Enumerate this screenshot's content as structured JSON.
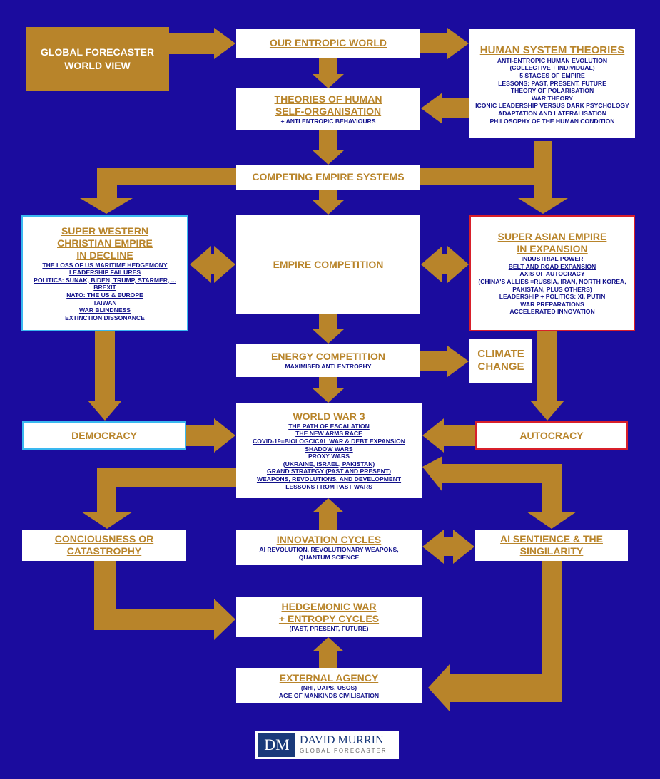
{
  "colors": {
    "background": "#1b0c9e",
    "arrow": "#b8842a",
    "box": "#ffffff",
    "title": "#b8842a",
    "body": "#11118a",
    "western_border": "#3ab8f0",
    "asian_border": "#d81f2a"
  },
  "header": {
    "line1": "GLOBAL FORECASTER",
    "line2": "WORLD VIEW"
  },
  "entropic": {
    "title": "OUR ENTROPIC WORLD"
  },
  "human_system": {
    "title": "HUMAN SYSTEM THEORIES",
    "items": [
      "ANTI-ENTROPIC HUMAN EVOLUTION",
      "(COLLECTIVE + INDIVIDUAL)",
      "5 STAGES OF EMPIRE",
      "LESSONS: PAST, PRESENT, FUTURE",
      "THEORY OF POLARISATION",
      "WAR THEORY",
      "ICONIC LEADERSHIP VERSUS DARK PSYCHOLOGY",
      "ADAPTATION AND LATERALISATION",
      "PHILOSOPHY OF THE HUMAN CONDITION"
    ]
  },
  "self_org": {
    "title1": "THEORIES OF HUMAN",
    "title2": "SELF-ORGANISATION",
    "sub": "+ ANTI ENTROPIC BEHAVIOURS"
  },
  "competing": {
    "title": "COMPETING EMPIRE SYSTEMS"
  },
  "western": {
    "title1": "SUPER WESTERN",
    "title2": "CHRISTIAN EMPIRE",
    "title3": "IN DECLINE",
    "items": [
      "THE LOSS OF US MARITIME HEDGEMONY",
      "LEADERSHIP FAILURES",
      "POLITICS: SUNAK, BIDEN, TRUMP, STARMER, ...",
      "BREXIT",
      "NATO: THE US & EUROPE",
      "TAIWAN",
      "WAR BLINDNESS",
      "EXTINCTION DISSONANCE"
    ]
  },
  "empire_comp": {
    "title": "EMPIRE COMPETITION"
  },
  "asian": {
    "title1": "SUPER ASIAN EMPIRE",
    "title2": "IN EXPANSION",
    "items": [
      "INDUSTRIAL POWER",
      "BELT AND ROAD EXPANSION",
      "AXIS OF AUTOCRACY",
      "(CHINA'S ALLIES =RUSSIA, IRAN, NORTH KOREA,",
      "PAKISTAN, PLUS OTHERS)",
      "LEADERSHIP + POLITICS: XI, PUTIN",
      "WAR PREPARATIONS",
      "ACCELERATED INNOVATION"
    ]
  },
  "energy": {
    "title": "ENERGY COMPETITION",
    "sub": "MAXIMISED ANTI ENTROPHY"
  },
  "climate": {
    "title1": "CLIMATE",
    "title2": "CHANGE"
  },
  "democracy": {
    "title": "DEMOCRACY"
  },
  "ww3": {
    "title": "WORLD WAR 3",
    "items": [
      "THE PATH OF ESCALATION",
      "THE NEW ARMS RACE",
      "COVID-19=BIOLOGCICAL WAR & DEBT EXPANSION",
      "SHADOW WARS",
      "PROXY WARS",
      "(UKRAINE, ISRAEL, PAKISTAN)",
      "GRAND STRATEGY (PAST AND PRESENT)",
      "WEAPONS, REVOLUTIONS, AND DEVELOPMENT",
      "LESSONS FROM PAST WARS"
    ]
  },
  "autocracy": {
    "title": "AUTOCRACY"
  },
  "conscious": {
    "title1": "CONCIOUSNESS OR",
    "title2": "CATASTROPHY"
  },
  "innovation": {
    "title": "INNOVATION CYCLES",
    "sub1": "AI REVOLUTION, REVOLUTIONARY WEAPONS,",
    "sub2": "QUANTUM SCIENCE"
  },
  "ai": {
    "title1": "AI SENTIENCE & THE",
    "title2": "SINGILARITY"
  },
  "hedge": {
    "title1": "HEDGEMONIC WAR",
    "title2": "+ ENTROPY CYCLES",
    "sub": "(PAST, PRESENT, FUTURE)"
  },
  "external": {
    "title": "EXTERNAL AGENCY",
    "sub1": "(NHI, UAPS, USOS)",
    "sub2": "AGE OF MANKINDS CIVILISATION"
  },
  "logo": {
    "mark": "DM",
    "name": "DAVID MURRIN",
    "tagline": "GLOBAL FORECASTER"
  }
}
